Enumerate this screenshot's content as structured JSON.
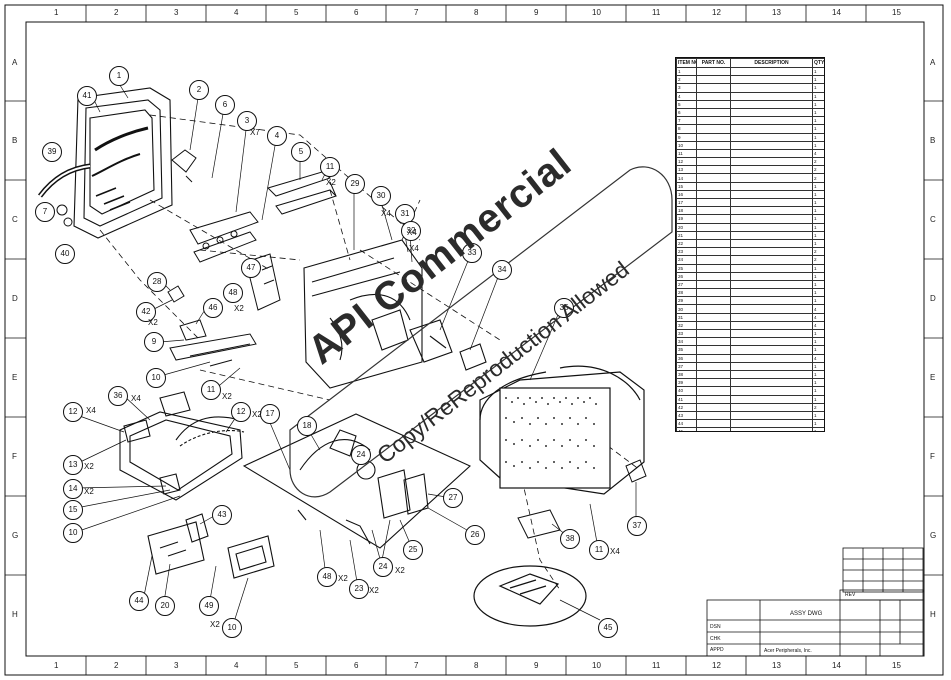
{
  "ruler": {
    "top": [
      "1",
      "2",
      "3",
      "4",
      "5",
      "6",
      "7",
      "8",
      "9",
      "10",
      "11",
      "12",
      "13",
      "14",
      "15"
    ],
    "bottom": [
      "1",
      "2",
      "3",
      "4",
      "5",
      "6",
      "7",
      "8",
      "9",
      "10",
      "11",
      "12",
      "13",
      "14",
      "15"
    ],
    "left": [
      "A",
      "B",
      "C",
      "D",
      "E",
      "F",
      "G",
      "H"
    ],
    "right": [
      "A",
      "B",
      "C",
      "D",
      "E",
      "F",
      "G",
      "H"
    ]
  },
  "callouts": {
    "c1": "1",
    "c2": "2",
    "c3": "3",
    "c4": "4",
    "c5": "5",
    "c6": "6",
    "c7": "7",
    "c9": "9",
    "c10a": "10",
    "c10b": "10",
    "c10c": "10",
    "c11a": "11",
    "c11b": "11",
    "c11c": "11",
    "c12a": "12",
    "c12b": "12",
    "c13": "13",
    "c14": "14",
    "c15": "15",
    "c17": "17",
    "c18": "18",
    "c20": "20",
    "c23": "23",
    "c24a": "24",
    "c24b": "24",
    "c25": "25",
    "c26": "26",
    "c27": "27",
    "c28": "28",
    "c29": "29",
    "c30": "30",
    "c31": "31",
    "c32": "32",
    "c33": "33",
    "c34": "34",
    "c35": "35",
    "c36": "36",
    "c37": "37",
    "c38": "38",
    "c39": "39",
    "c40": "40",
    "c41": "41",
    "c42": "42",
    "c43": "43",
    "c44": "44",
    "c45": "45",
    "c46": "46",
    "c47": "47",
    "c48a": "48",
    "c48b": "48",
    "c49": "49"
  },
  "multipliers": {
    "m_x7": "X7",
    "m_x2_11": "X2",
    "m_x4_30": "X4",
    "m_x4_31": "X4",
    "m_x4_32": "X4",
    "m_x2_48": "X2",
    "m_x2_42": "X2",
    "m_x2_11b": "X2",
    "m_x4_36": "X4",
    "m_x4_12": "X4",
    "m_x2_12": "X2",
    "m_x2_13": "X2",
    "m_x2_14": "X2",
    "m_x2_49": "X2",
    "m_x2_48b": "X2",
    "m_x2_23": "X2",
    "m_x2_24": "X2",
    "m_x4_11": "X4"
  },
  "bom": {
    "headers": [
      "ITEM NO.",
      "PART NO.",
      "DESCRIPTION",
      "QTY"
    ],
    "rows": [
      [
        "1",
        "",
        "",
        "1"
      ],
      [
        "2",
        "",
        "",
        "1"
      ],
      [
        "3",
        "",
        "",
        "1"
      ],
      [
        "4",
        "",
        "",
        "1"
      ],
      [
        "5",
        "",
        "",
        "1"
      ],
      [
        "6",
        "",
        "",
        "1"
      ],
      [
        "7",
        "",
        "",
        "1"
      ],
      [
        "8",
        "",
        "",
        "1"
      ],
      [
        "9",
        "",
        "",
        "1"
      ],
      [
        "10",
        "",
        "",
        "1"
      ],
      [
        "11",
        "",
        "",
        "4"
      ],
      [
        "12",
        "",
        "",
        "2"
      ],
      [
        "13",
        "",
        "",
        "2"
      ],
      [
        "14",
        "",
        "",
        "2"
      ],
      [
        "15",
        "",
        "",
        "1"
      ],
      [
        "16",
        "",
        "",
        "1"
      ],
      [
        "17",
        "",
        "",
        "1"
      ],
      [
        "18",
        "",
        "",
        "1"
      ],
      [
        "19",
        "",
        "",
        "1"
      ],
      [
        "20",
        "",
        "",
        "1"
      ],
      [
        "21",
        "",
        "",
        "1"
      ],
      [
        "22",
        "",
        "",
        "1"
      ],
      [
        "23",
        "",
        "",
        "2"
      ],
      [
        "24",
        "",
        "",
        "2"
      ],
      [
        "25",
        "",
        "",
        "1"
      ],
      [
        "26",
        "",
        "",
        "1"
      ],
      [
        "27",
        "",
        "",
        "1"
      ],
      [
        "28",
        "",
        "",
        "1"
      ],
      [
        "29",
        "",
        "",
        "1"
      ],
      [
        "30",
        "",
        "",
        "4"
      ],
      [
        "31",
        "",
        "",
        "4"
      ],
      [
        "32",
        "",
        "",
        "4"
      ],
      [
        "33",
        "",
        "",
        "1"
      ],
      [
        "34",
        "",
        "",
        "1"
      ],
      [
        "35",
        "",
        "",
        "1"
      ],
      [
        "36",
        "",
        "",
        "4"
      ],
      [
        "37",
        "",
        "",
        "1"
      ],
      [
        "38",
        "",
        "",
        "1"
      ],
      [
        "39",
        "",
        "",
        "1"
      ],
      [
        "40",
        "",
        "",
        "1"
      ],
      [
        "41",
        "",
        "",
        "1"
      ],
      [
        "42",
        "",
        "",
        "2"
      ],
      [
        "43",
        "",
        "",
        "1"
      ],
      [
        "44",
        "",
        "",
        "1"
      ],
      [
        "45",
        "",
        "",
        "1"
      ],
      [
        "46",
        "",
        "",
        "1"
      ],
      [
        "47",
        "",
        "",
        "1"
      ],
      [
        "48",
        "",
        "",
        "2"
      ],
      [
        "49",
        "",
        "",
        "2"
      ]
    ]
  },
  "watermark": {
    "line1": "API Co",
    "line2": "mmercial",
    "line3": "Reproduction Allowed",
    "line4": "Copy/Re"
  },
  "titleblock": {
    "title": "ASSY DWG",
    "company": "Acer Peripherals, Inc.",
    "dsn": "DSN",
    "chk": "CHK",
    "appd": "APPD",
    "rev": "REV"
  },
  "colors": {
    "ink": "#111111",
    "paper": "#ffffff",
    "watermark": "#2b2b2b"
  }
}
